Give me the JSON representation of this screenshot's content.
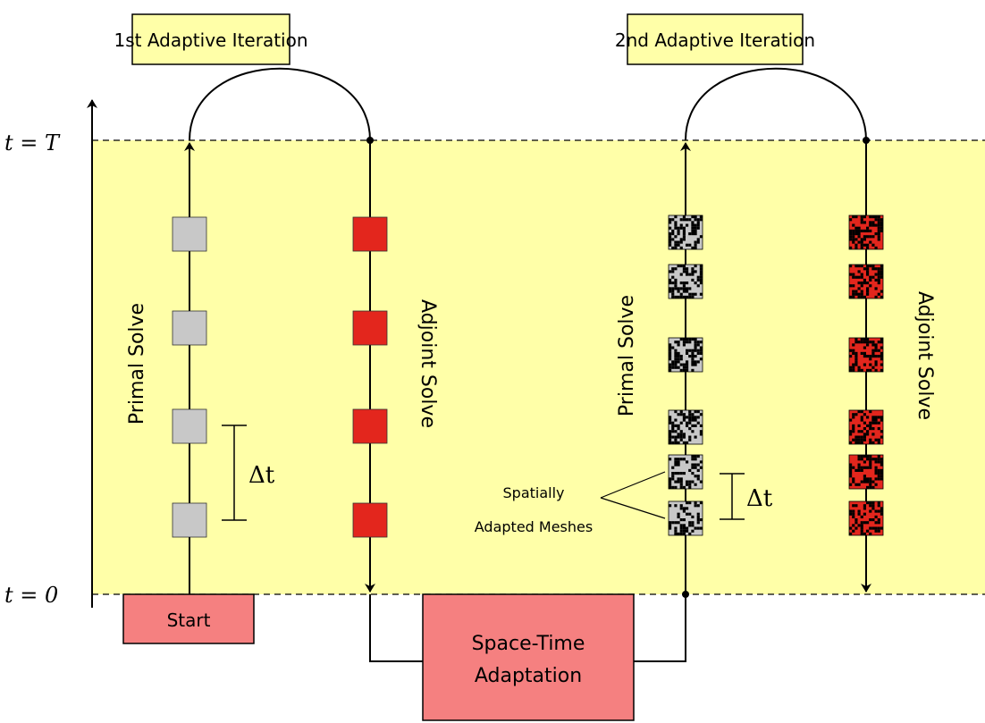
{
  "colors": {
    "time_band": "#ffffa8",
    "title_box": "#ffffa8",
    "primal_block": "#c8c8c8",
    "adjoint_block": "#e3261d",
    "action_box": "#f58080",
    "mesh_dark": "#000000"
  },
  "titles": {
    "iteration1": "1st Adaptive Iteration",
    "iteration2": "2nd Adaptive Iteration"
  },
  "axis": {
    "t_top": "t = T",
    "t_bottom": "t = 0"
  },
  "iteration1": {
    "primal_label": "Primal Solve",
    "adjoint_label": "Adjoint Solve",
    "dt_label": "Δt",
    "block_count": 4
  },
  "iteration2": {
    "primal_label": "Primal Solve",
    "adjoint_label": "Adjoint Solve",
    "dt_label": "Δt",
    "block_count": 6,
    "mesh_annotation_line1": "Spatially",
    "mesh_annotation_line2": "Adapted Meshes"
  },
  "actions": {
    "start": "Start",
    "adaptation_line1": "Space-Time",
    "adaptation_line2": "Adaptation"
  }
}
